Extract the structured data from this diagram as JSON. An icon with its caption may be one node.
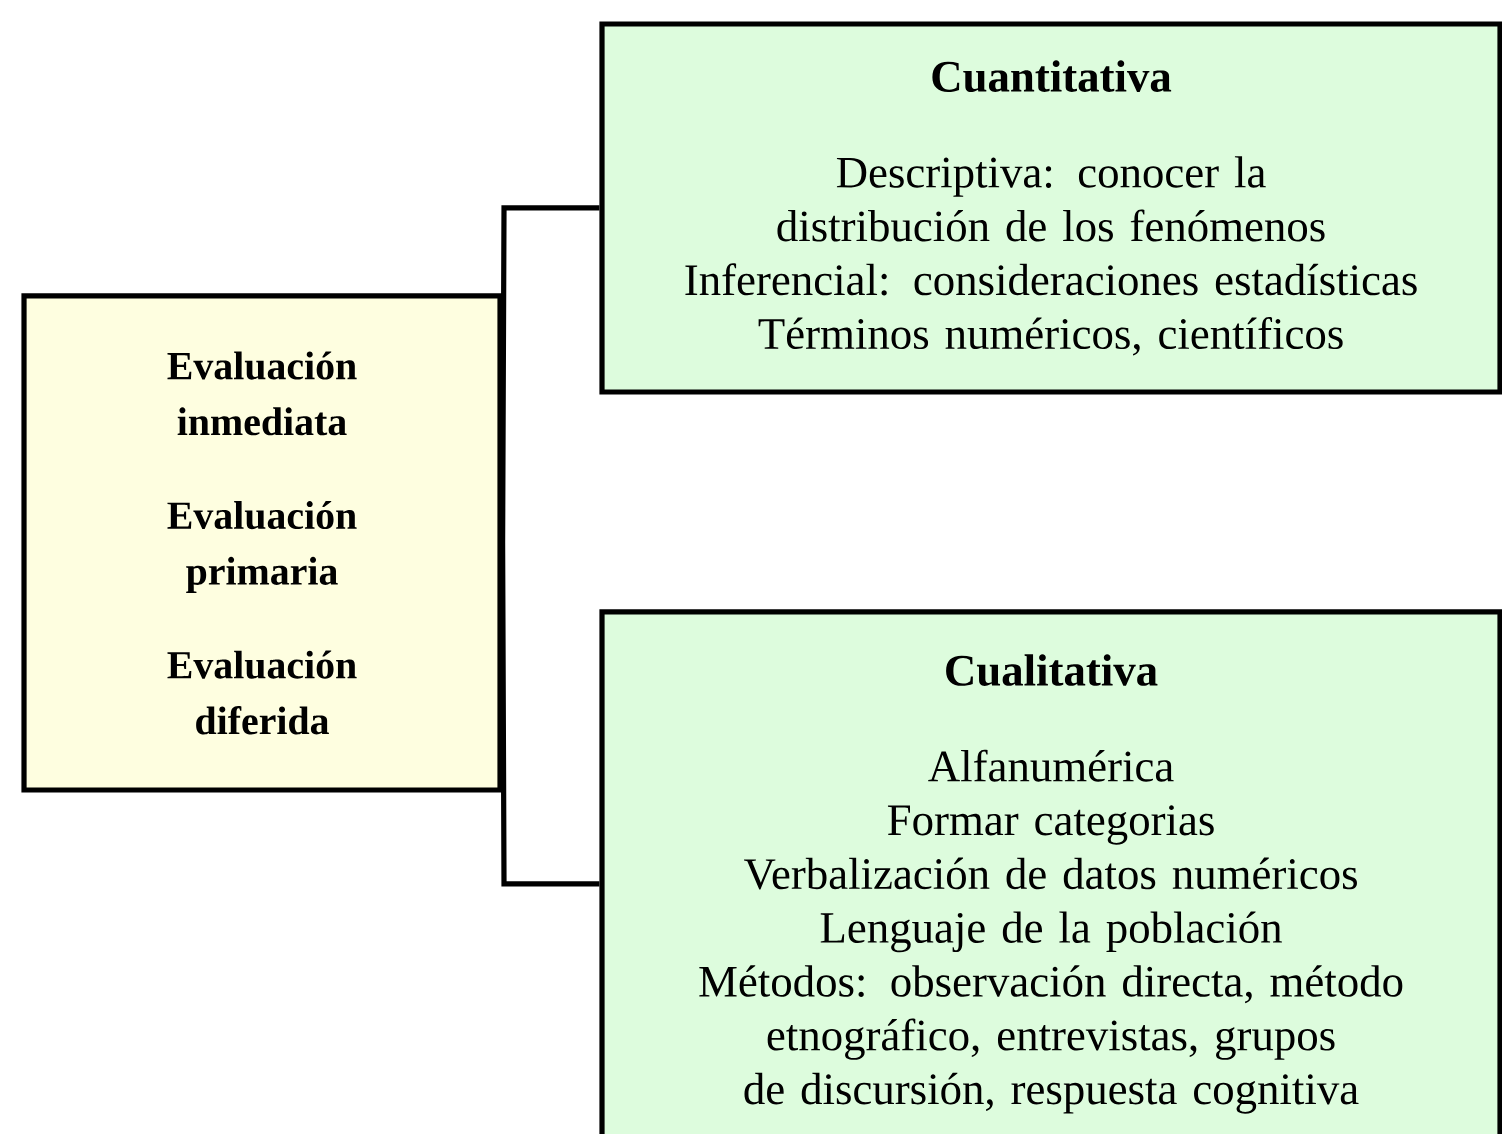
{
  "diagram": {
    "nodes": [
      {
        "text": [
          "Evaluación inmediata",
          "Evaluación primaria",
          "Evaluación diferida"
        ]
      },
      {
        "text": [
          "Cuantitativa",
          "Descriptiva: conocer la distribución de los fenómenos",
          "Inferencial: consideraciones estadísticas",
          "Términos numéricos, científicos"
        ]
      },
      {
        "text": [
          "Cualitativa",
          "Alfanumérica",
          "Formar categorias",
          "Verbalización de datos numéricos",
          "Lenguaje de la población",
          "Métodos: observación directa, método etnográfico, entrevistas, grupos de discursión, respuesta cognitiva"
        ]
      }
    ],
    "edges": [
      {
        "from": 0,
        "to": 1,
        "arrow": "none"
      },
      {
        "from": 0,
        "to": 2,
        "arrow": "none"
      }
    ]
  }
}
